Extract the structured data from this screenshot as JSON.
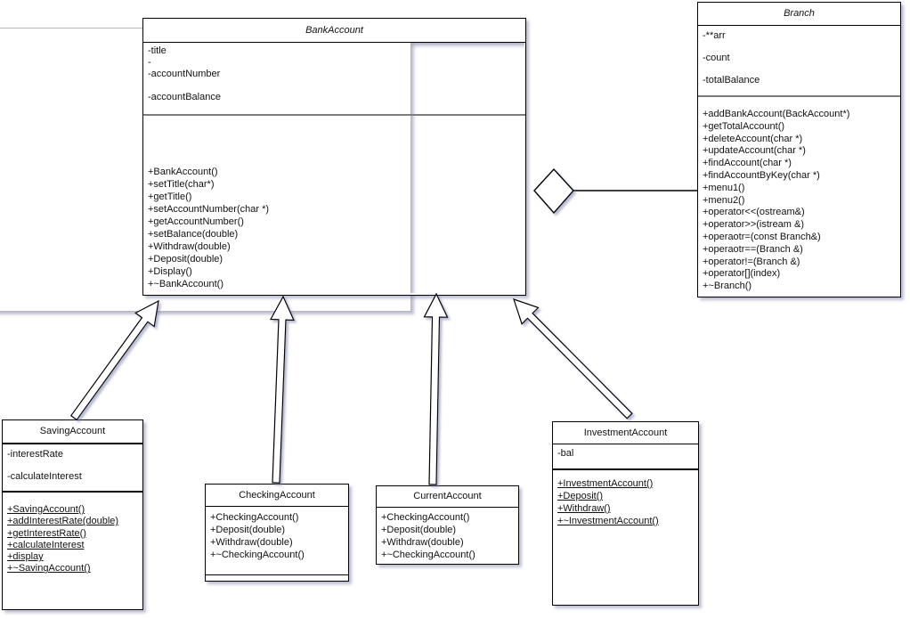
{
  "classes": {
    "bank_account": {
      "title": "BankAccount",
      "stereotype": "abstract-italic",
      "attributes": [
        "-title",
        "-",
        "-accountNumber",
        "",
        "-accountBalance"
      ],
      "methods": [
        "+BankAccount()",
        "+setTitle(char*)",
        "+getTitle()",
        "+setAccountNumber(char *)",
        "+getAccountNumber()",
        "+setBalance(double)",
        "+Withdraw(double)",
        "+Deposit(double)",
        "+Display()",
        "+~BankAccount()"
      ]
    },
    "branch": {
      "title": "Branch",
      "stereotype": "abstract-italic",
      "attributes": [
        "-**arr",
        "",
        "-count",
        "",
        "-totalBalance"
      ],
      "methods": [
        "+addBankAccount(BackAccount*)",
        "+getTotalAccount()",
        "+deleteAccount(char *)",
        "+updateAccount(char *)",
        "+findAccount(char *)",
        "+findAccountByKey(char *)",
        "+menu1()",
        "+menu2()",
        "+operator<<(ostream&)",
        "+operator>>(istream &)",
        "+operaotr=(const Branch&)",
        "+operaotr==(Branch &)",
        "+operator!=(Branch &)",
        "+operator[](index)",
        "+~Branch()"
      ]
    },
    "saving_account": {
      "title": "SavingAccount",
      "attributes": [
        "-interestRate",
        "",
        "-calculateInterest"
      ],
      "methods": [
        "+SavingAccount()",
        "+addInterestRate(double)",
        "+getInterestRate()",
        "+calculateInterest",
        "+display",
        "+~SavingAccount()"
      ]
    },
    "checking_account": {
      "title": "CheckingAccount",
      "attributes": [],
      "methods": [
        "+CheckingAccount()",
        "+Deposit(double)",
        "+Withdraw(double)",
        "+~CheckingAccount()"
      ]
    },
    "current_account": {
      "title": "CurrentAccount",
      "attributes": [],
      "methods": [
        "+CheckingAccount()",
        "+Deposit(double)",
        "+Withdraw(double)",
        "+~CheckingAccount()"
      ]
    },
    "investment_account": {
      "title": "InvestmentAccount",
      "attributes": [
        "-bal"
      ],
      "methods": [
        "+InvestmentAccount()",
        "+Deposit()",
        "+Withdraw()",
        "+~InvestmentAccount()"
      ]
    }
  },
  "relations": [
    {
      "type": "generalization",
      "from": "SavingAccount",
      "to": "BankAccount"
    },
    {
      "type": "generalization",
      "from": "CheckingAccount",
      "to": "BankAccount"
    },
    {
      "type": "generalization",
      "from": "CurrentAccount",
      "to": "BankAccount"
    },
    {
      "type": "generalization",
      "from": "InvestmentAccount",
      "to": "BankAccount"
    },
    {
      "type": "aggregation",
      "from": "Branch",
      "to": "BankAccount"
    }
  ],
  "colors": {
    "stroke": "#000000",
    "fill": "#ffffff",
    "separator_gray": "#7d7d7d",
    "frame_border": "#b8b8b8",
    "shadow": "rgba(125,130,170,0.5)"
  }
}
